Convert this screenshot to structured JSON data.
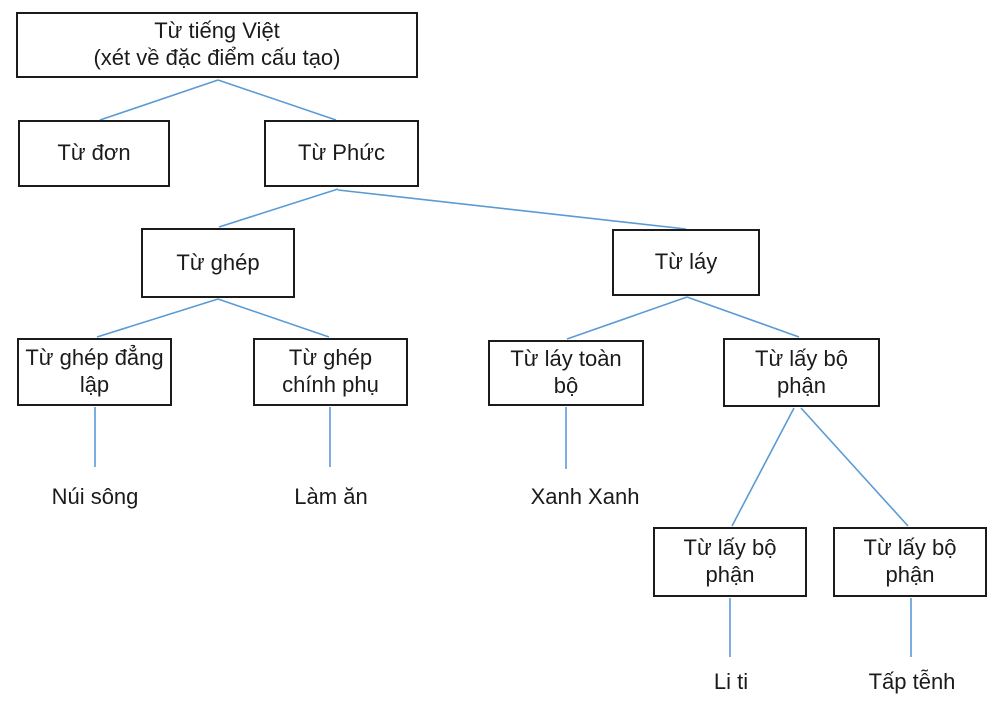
{
  "diagram": {
    "nodes": {
      "root": {
        "label": "Từ tiếng Việt",
        "sublabel": "(xét về đặc điểm cấu tạo)"
      },
      "tu_don": {
        "label": "Từ đơn"
      },
      "tu_phuc": {
        "label": "Từ Phức"
      },
      "tu_ghep": {
        "label": "Từ ghép"
      },
      "tu_lay": {
        "label": "Từ láy"
      },
      "tu_ghep_dang_lap": {
        "label": "Từ ghép đẳng lập"
      },
      "tu_ghep_chinh_phu": {
        "label": "Từ ghép chính phụ"
      },
      "tu_lay_toan_bo": {
        "label": "Từ láy toàn bộ"
      },
      "tu_lay_bo_phan_1": {
        "label": "Từ lấy bộ phận"
      },
      "tu_lay_bo_phan_2": {
        "label": "Từ lấy bộ phận"
      },
      "tu_lay_bo_phan_3": {
        "label": "Từ lấy bộ phận"
      }
    },
    "examples": {
      "nui_song": "Núi sông",
      "lam_an": "Làm ăn",
      "xanh_xanh": "Xanh Xanh",
      "li_ti": "Li ti",
      "tap_tenh": "Tấp tễnh"
    },
    "edges": [
      [
        "root",
        "tu_don"
      ],
      [
        "root",
        "tu_phuc"
      ],
      [
        "tu_phuc",
        "tu_ghep"
      ],
      [
        "tu_phuc",
        "tu_lay"
      ],
      [
        "tu_ghep",
        "tu_ghep_dang_lap"
      ],
      [
        "tu_ghep",
        "tu_ghep_chinh_phu"
      ],
      [
        "tu_lay",
        "tu_lay_toan_bo"
      ],
      [
        "tu_lay",
        "tu_lay_bo_phan_1"
      ],
      [
        "tu_ghep_dang_lap",
        "nui_song"
      ],
      [
        "tu_ghep_chinh_phu",
        "lam_an"
      ],
      [
        "tu_lay_toan_bo",
        "xanh_xanh"
      ],
      [
        "tu_lay_bo_phan_1",
        "tu_lay_bo_phan_2"
      ],
      [
        "tu_lay_bo_phan_1",
        "tu_lay_bo_phan_3"
      ],
      [
        "tu_lay_bo_phan_2",
        "li_ti"
      ],
      [
        "tu_lay_bo_phan_3",
        "tap_tenh"
      ]
    ],
    "colors": {
      "connector": "#5b9bd5",
      "border": "#1b1b1b",
      "text": "#1b1b1b",
      "background": "#ffffff"
    }
  }
}
